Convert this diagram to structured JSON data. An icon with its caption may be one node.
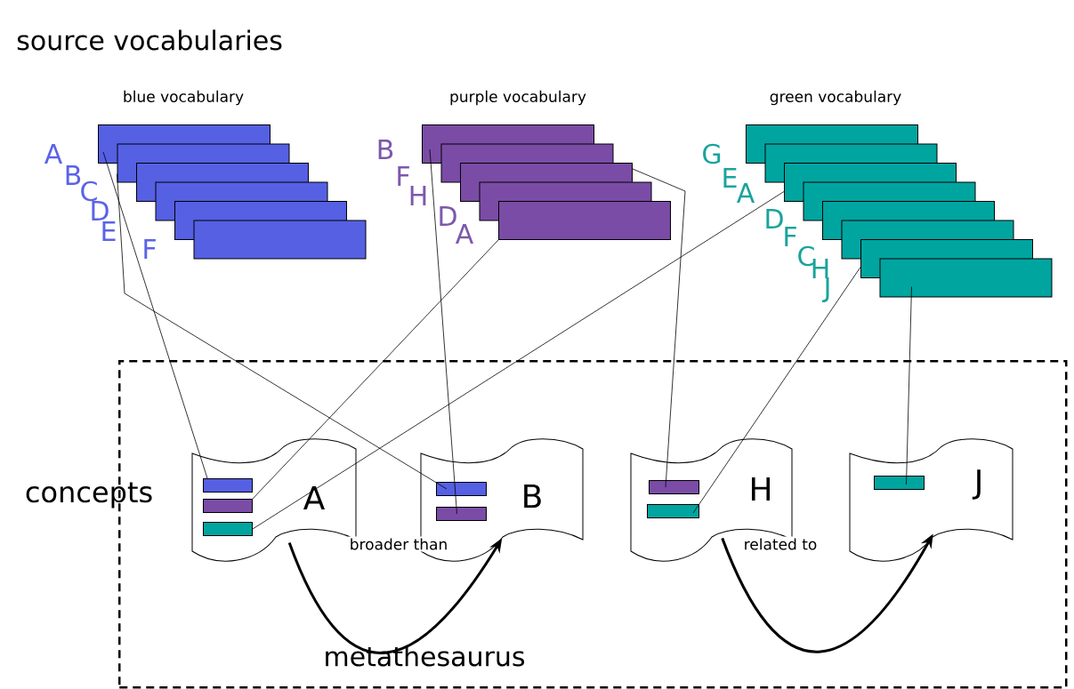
{
  "diagram": {
    "title": "source vocabularies",
    "nodes": [
      {
        "text": [],
        "shape": "bar"
      },
      {
        "text": [],
        "shape": "bar"
      },
      {
        "text": [],
        "shape": "bar"
      },
      {
        "text": [],
        "shape": "bar"
      },
      {
        "text": [],
        "shape": "bar"
      },
      {
        "text": [],
        "shape": "bar"
      },
      {
        "text": [],
        "shape": "bar"
      },
      {
        "text": [],
        "shape": "bar"
      },
      {
        "text": [],
        "shape": "bar"
      },
      {
        "text": [],
        "shape": "bar"
      },
      {
        "text": [],
        "shape": "bar"
      },
      {
        "text": [],
        "shape": "bar"
      },
      {
        "text": [],
        "shape": "bar"
      },
      {
        "text": [],
        "shape": "bar"
      },
      {
        "text": [],
        "shape": "bar"
      },
      {
        "text": [],
        "shape": "bar"
      },
      {
        "text": [],
        "shape": "bar"
      },
      {
        "text": [],
        "shape": "bar"
      },
      {
        "text": [],
        "shape": "bar"
      },
      {
        "text": [
          "metathesaurus"
        ]
      },
      {
        "text": [
          "A"
        ],
        "in": 19
      },
      {
        "text": [],
        "shape": "bar",
        "in": 20
      },
      {
        "text": [],
        "shape": "bar",
        "in": 20
      },
      {
        "text": [],
        "shape": "bar",
        "in": 20
      },
      {
        "text": [
          "B"
        ],
        "in": 19
      },
      {
        "text": [],
        "shape": "bar",
        "in": 24
      },
      {
        "text": [],
        "shape": "bar",
        "in": 24
      },
      {
        "text": [
          "H"
        ],
        "in": 19
      },
      {
        "text": [],
        "shape": "bar",
        "in": 27
      },
      {
        "text": [],
        "shape": "bar",
        "in": 27
      },
      {
        "text": [
          "J"
        ],
        "in": 19
      },
      {
        "text": [],
        "shape": "bar",
        "in": 30
      }
    ],
    "edges": [
      {
        "from": 0,
        "to": 21,
        "arrow": "none"
      },
      {
        "from": 1,
        "to": 25,
        "arrow": "none"
      },
      {
        "from": 6,
        "to": 26,
        "arrow": "none"
      },
      {
        "from": 8,
        "to": 28,
        "arrow": "none"
      },
      {
        "from": 10,
        "to": 22,
        "arrow": "none"
      },
      {
        "from": 13,
        "to": 23,
        "arrow": "none"
      },
      {
        "from": 17,
        "to": 29,
        "arrow": "none"
      },
      {
        "from": 18,
        "to": 31,
        "arrow": "none"
      },
      {
        "from": 20,
        "to": 24,
        "arrow": "to",
        "label": "broader than",
        "style": "thick"
      },
      {
        "from": 27,
        "to": 30,
        "arrow": "to",
        "label": "related to",
        "style": "thick"
      }
    ],
    "labels": [
      "blue vocabulary",
      "purple vocabulary",
      "green vocabulary",
      "A",
      "B",
      "C",
      "D",
      "E",
      "F",
      "B",
      "F",
      "H",
      "D",
      "A",
      "G",
      "E",
      "A",
      "D",
      "F",
      "C",
      "H",
      "J",
      "concepts"
    ]
  }
}
